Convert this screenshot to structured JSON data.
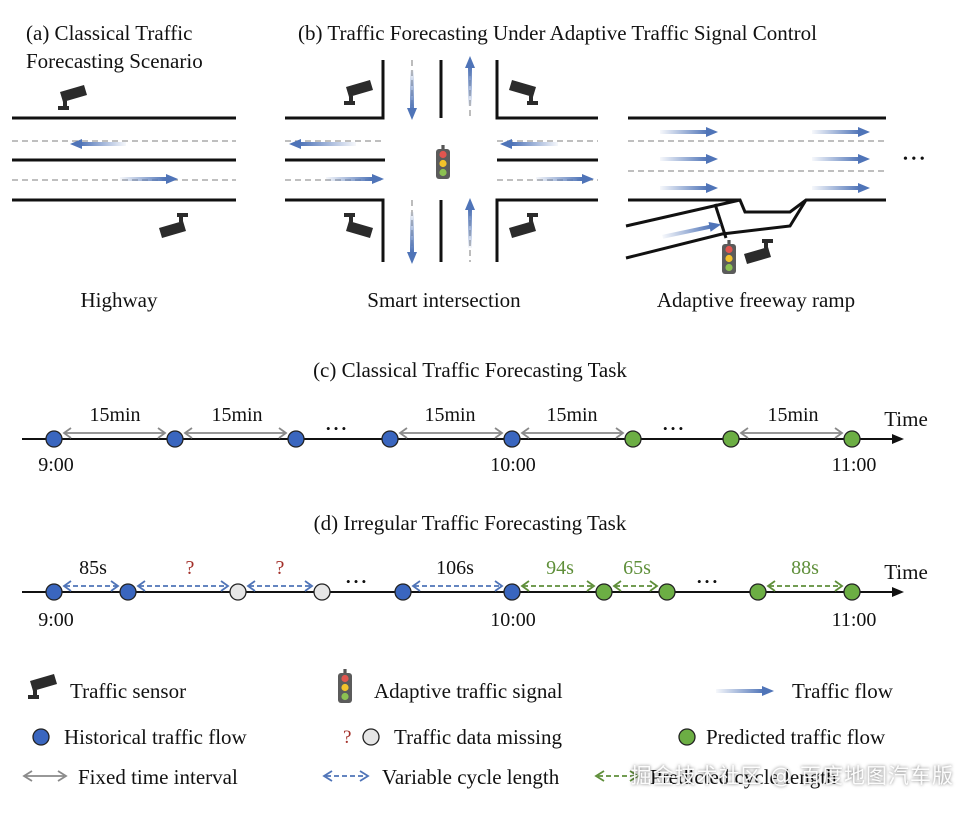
{
  "panels": {
    "a_title_line1": "(a)   Classical Traffic",
    "a_title_line2": "Forecasting Scenario",
    "b_title": "(b) Traffic Forecasting Under Adaptive Traffic Signal Control",
    "captions": {
      "highway": "Highway",
      "intersection": "Smart intersection",
      "ramp": "Adaptive freeway ramp"
    },
    "ellipsis": "• • •"
  },
  "timeline_c": {
    "title": "(c) Classical Traffic Forecasting Task",
    "axis_label": "Time",
    "ellipsis": "• • •",
    "tick_labels": [
      "9:00",
      "10:00",
      "11:00"
    ],
    "interval_labels": [
      "15min",
      "15min",
      "15min",
      "15min",
      "15min"
    ],
    "nodes": [
      "historical",
      "historical",
      "historical",
      "historical",
      "historical",
      "predicted",
      "predicted",
      "predicted"
    ]
  },
  "timeline_d": {
    "title": "(d) Irregular Traffic Forecasting Task",
    "axis_label": "Time",
    "ellipsis": "• • •",
    "tick_labels": [
      "9:00",
      "10:00",
      "11:00"
    ],
    "interval_labels": [
      "85s",
      "?",
      "?",
      "106s",
      "94s",
      "65s",
      "88s"
    ],
    "nodes": [
      "historical",
      "historical",
      "missing",
      "missing",
      "historical",
      "historical",
      "predicted",
      "predicted",
      "predicted",
      "predicted"
    ]
  },
  "legend": {
    "sensor": "Traffic sensor",
    "signal": "Adaptive traffic signal",
    "flow": "Traffic flow",
    "historical": "Historical traffic flow",
    "missing_mark": "?",
    "missing": "Traffic data missing",
    "predicted": "Predicted traffic flow",
    "fixed": "Fixed time interval",
    "variable": "Variable cycle length",
    "predicted_cycle": "Predicted cycle length"
  },
  "watermark": "掘金技术社区 @ 百度地图汽车版",
  "colors": {
    "historical": "#3a66bf",
    "predicted": "#6cae44",
    "missing": "#e6e6e6",
    "blue_arrow": "#4f74b8",
    "green_dash": "#5f8f3a",
    "question": "#a3302a"
  }
}
